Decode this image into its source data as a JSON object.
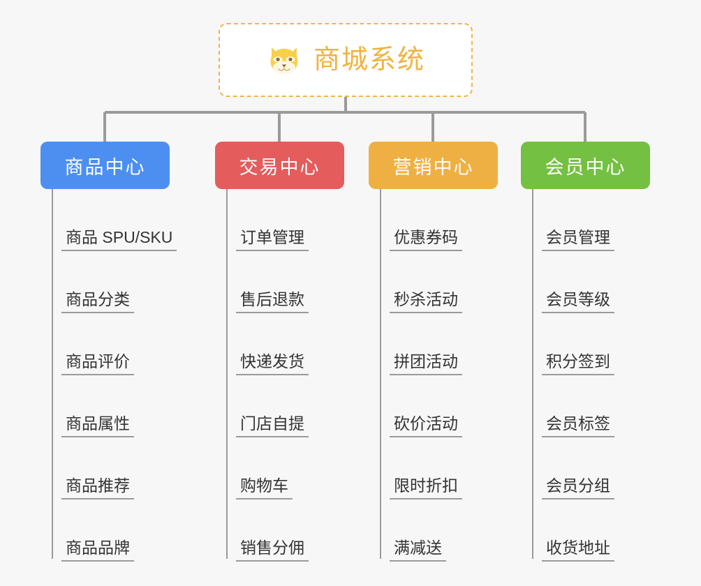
{
  "root": {
    "title": "商城系统",
    "icon": "shiba-dog-icon",
    "border_color": "#f0b34a",
    "text_color": "#efb33f"
  },
  "columns": [
    {
      "id": "product-center",
      "label": "商品中心",
      "color": "#4d8ff0",
      "items": [
        "商品 SPU/SKU",
        "商品分类",
        "商品评价",
        "商品属性",
        "商品推荐",
        "商品品牌"
      ]
    },
    {
      "id": "trade-center",
      "label": "交易中心",
      "color": "#e55c5c",
      "items": [
        "订单管理",
        "售后退款",
        "快递发货",
        "门店自提",
        "购物车",
        "销售分佣"
      ]
    },
    {
      "id": "marketing-center",
      "label": "营销中心",
      "color": "#efb043",
      "items": [
        "优惠券码",
        "秒杀活动",
        "拼团活动",
        "砍价活动",
        "限时折扣",
        "满减送"
      ]
    },
    {
      "id": "member-center",
      "label": "会员中心",
      "color": "#74c043",
      "items": [
        "会员管理",
        "会员等级",
        "积分签到",
        "会员标签",
        "会员分组",
        "收货地址"
      ]
    }
  ],
  "line_color": "#9a9a9a",
  "background": "#f7f7f7"
}
